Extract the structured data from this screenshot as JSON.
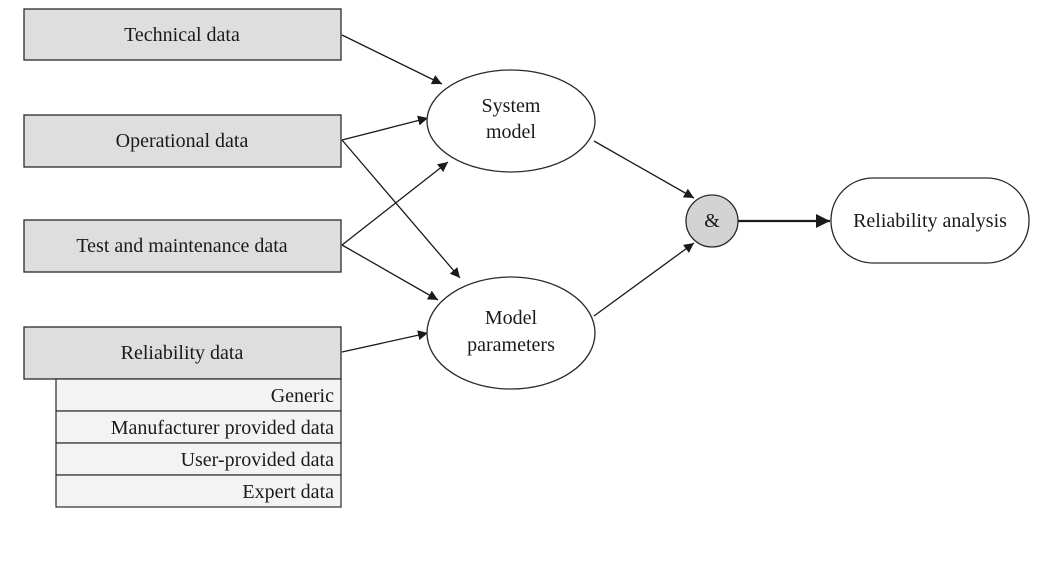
{
  "inputs": {
    "technical": "Technical data",
    "operational": "Operational data",
    "test_maintenance": "Test and maintenance data",
    "reliability": "Reliability data"
  },
  "reliability_sources": {
    "generic": "Generic",
    "manufacturer": "Manufacturer provided data",
    "user": "User-provided data",
    "expert": "Expert data"
  },
  "nodes": {
    "system_model_line1": "System",
    "system_model_line2": "model",
    "model_parameters_line1": "Model",
    "model_parameters_line2": "parameters",
    "and_gate": "&",
    "reliability_analysis": "Reliability analysis"
  }
}
